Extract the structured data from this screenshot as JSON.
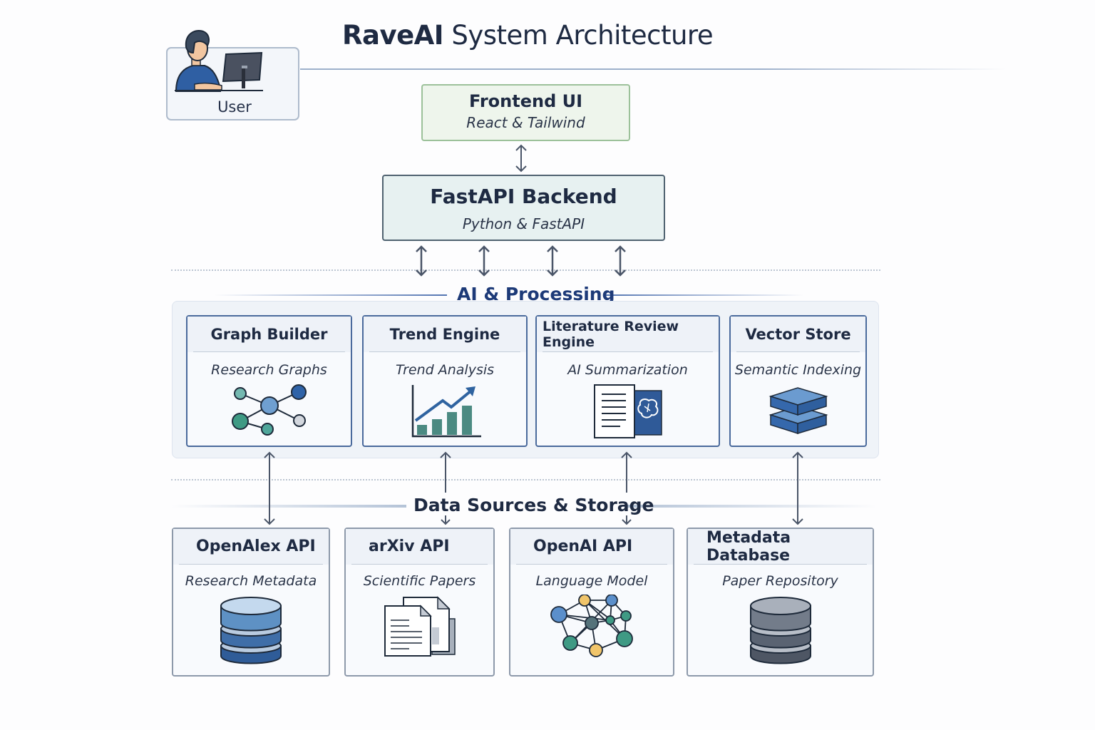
{
  "title": {
    "bold": "RaveAI",
    "rest": "System Architecture"
  },
  "user": {
    "label": "User",
    "icon": "user-at-computer-icon"
  },
  "frontend": {
    "title": "Frontend UI",
    "subtitle": "React & Tailwind"
  },
  "backend": {
    "title": "FastAPI Backend",
    "subtitle": "Python & FastAPI"
  },
  "sections": {
    "ai": "AI & Processing",
    "data": "Data Sources & Storage"
  },
  "ai_components": [
    {
      "title": "Graph Builder",
      "subtitle": "Research Graphs",
      "icon": "network-graph-icon"
    },
    {
      "title": "Trend Engine",
      "subtitle": "Trend Analysis",
      "icon": "trend-chart-icon"
    },
    {
      "title": "Literature Review Engine",
      "subtitle": "AI Summarization",
      "icon": "document-brain-icon"
    },
    {
      "title": "Vector Store",
      "subtitle": "Semantic Indexing",
      "icon": "layers-icon"
    }
  ],
  "data_sources": [
    {
      "title": "OpenAlex API",
      "subtitle": "Research Metadata",
      "icon": "database-blue-icon"
    },
    {
      "title": "arXiv API",
      "subtitle": "Scientific Papers",
      "icon": "documents-icon"
    },
    {
      "title": "OpenAI API",
      "subtitle": "Language Model",
      "icon": "neural-network-icon"
    },
    {
      "title": "Metadata Database",
      "subtitle": "Paper Repository",
      "icon": "database-gray-icon"
    }
  ],
  "colors": {
    "frontend_fill": "#eef5ec",
    "frontend_border": "#9cc19a",
    "backend_fill": "#e7f1f1",
    "ai_card_border": "#4a6a9c",
    "section_ai_text": "#1d3a78",
    "arrow": "#4a5568"
  }
}
